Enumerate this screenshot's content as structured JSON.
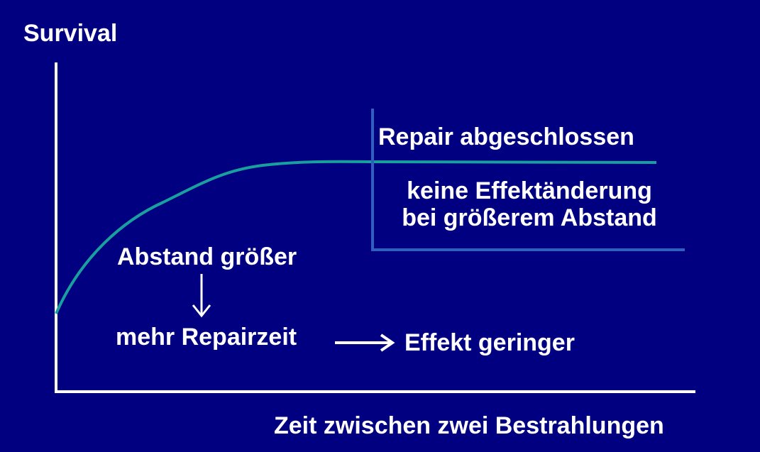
{
  "axes": {
    "y_label": "Survival",
    "x_label": "Zeit zwischen zwei Bestrahlungen"
  },
  "annotations": {
    "repair_done": "Repair abgeschlossen",
    "no_effect_line1": "keine Effektänderung",
    "no_effect_line2": "bei größerem Abstand",
    "distance_larger": "Abstand größer",
    "more_repair_time": "mehr Repairzeit",
    "effect_smaller": "Effekt geringer"
  },
  "colors": {
    "background": "#000080",
    "text": "#ffffff",
    "axes": "#ffffff",
    "curve": "#1a9f9f",
    "bracket": "#2f5fbf",
    "arrows": "#ffffff"
  }
}
